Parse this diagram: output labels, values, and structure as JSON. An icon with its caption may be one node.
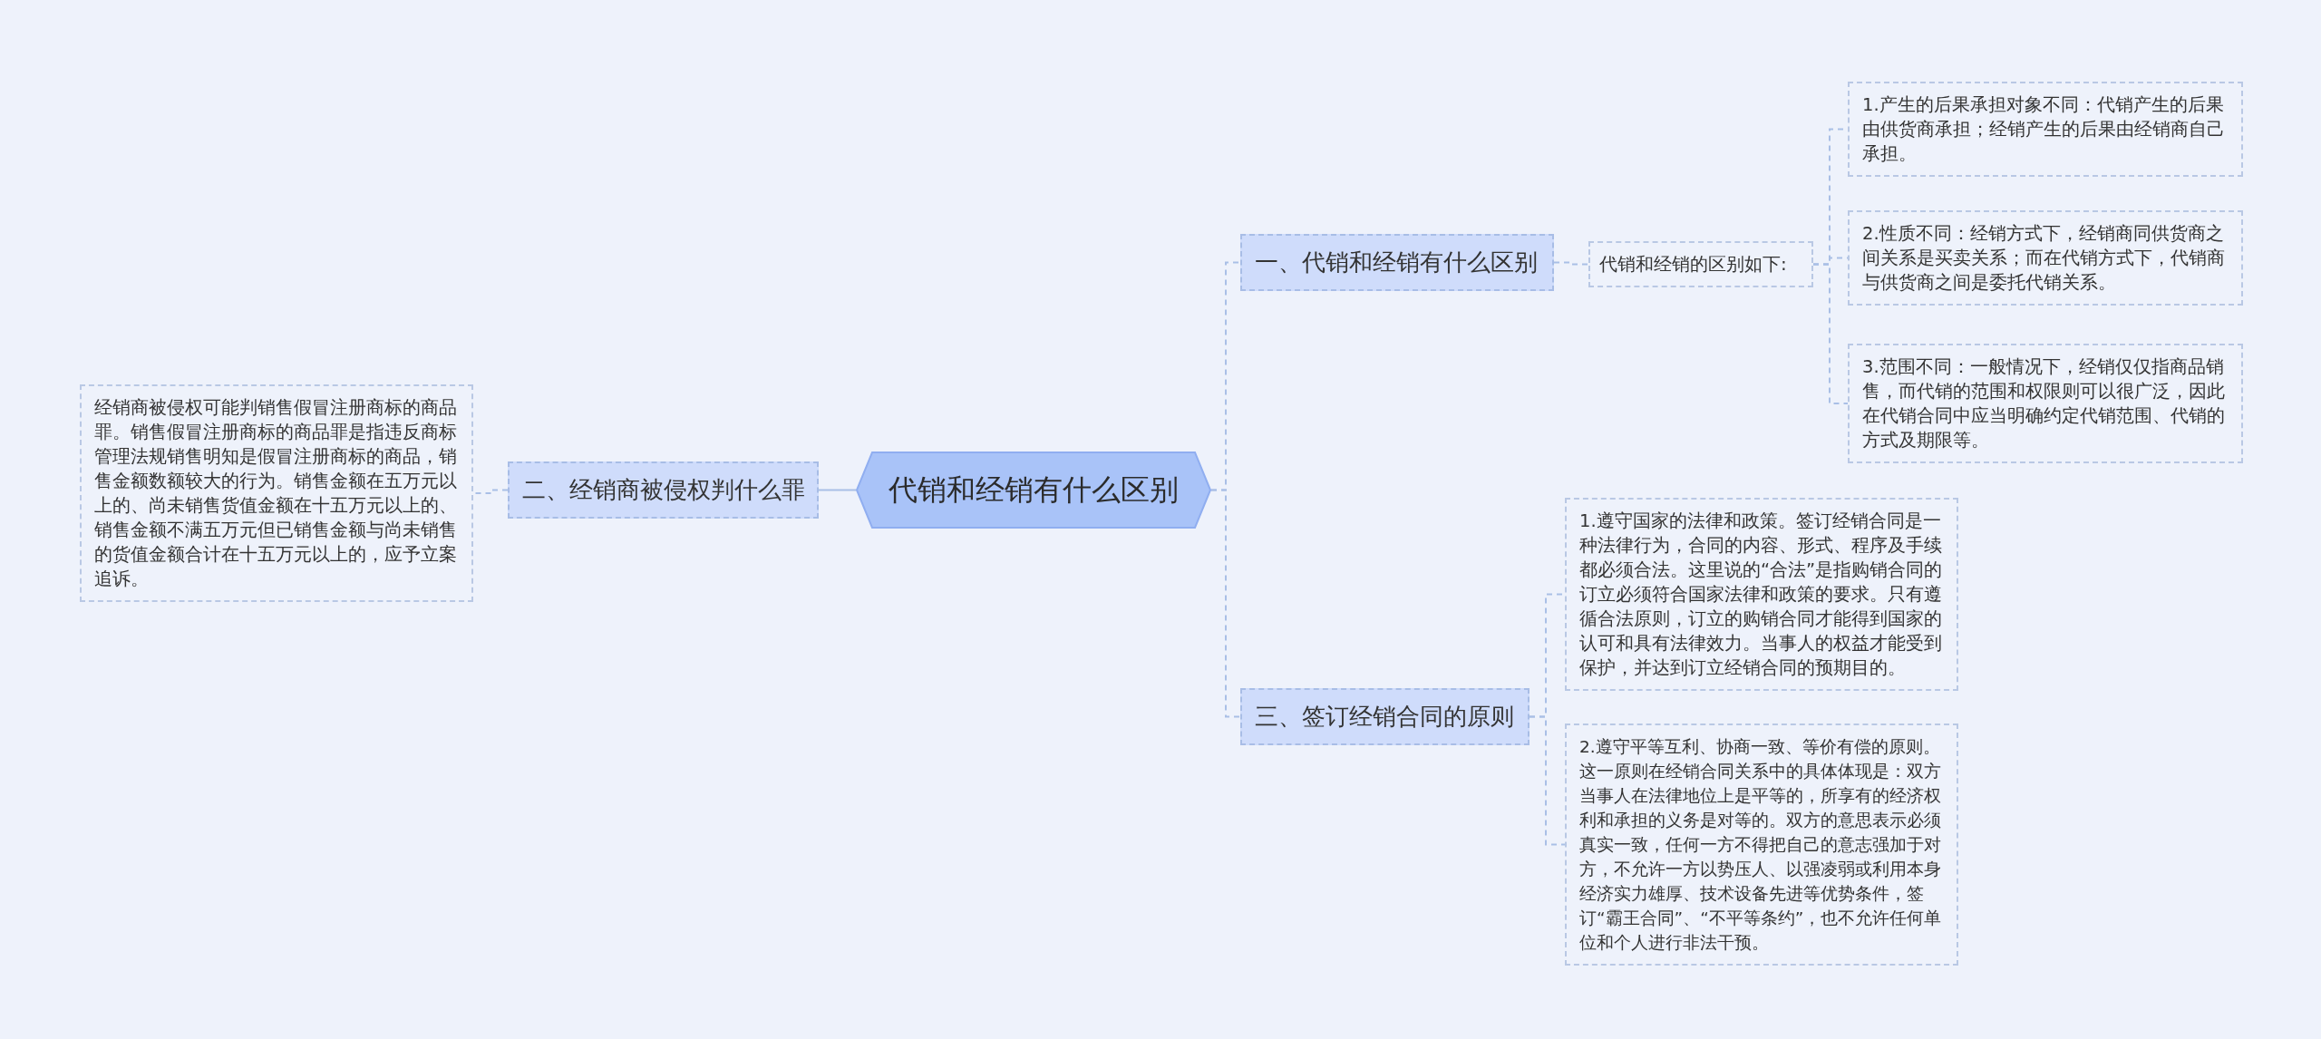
{
  "diagram": {
    "nodes": [
      {
        "text": [
          "代销和经销有什么区别"
        ]
      },
      {
        "text": [
          "一、代销和经销有什么区别"
        ]
      },
      {
        "text": [
          "代销和经销的区别如下:"
        ]
      },
      {
        "text": [
          "1.产生的后果承担对象不同：代销产生的后果由供货商承担；经销产生的后果由经销商自己承担。"
        ]
      },
      {
        "text": [
          "2.性质不同：经销方式下，经销商同供货商之间关系是买卖关系；而在代销方式下，代销商与供货商之间是委托代销关系。"
        ]
      },
      {
        "text": [
          "3.范围不同：一般情况下，经销仅仅指商品销售，而代销的范围和权限则可以很广泛，因此在代销合同中应当明确约定代销范围、代销的方式及期限等。"
        ]
      },
      {
        "text": [
          "二、经销商被侵权判什么罪"
        ]
      },
      {
        "text": [
          "经销商被侵权可能判销售假冒注册商标的商品罪。销售假冒注册商标的商品罪是指违反商标管理法规销售明知是假冒注册商标的商品，销售金额数额较大的行为。销售金额在五万元以上的、尚未销售货值金额在十五万元以上的、销售金额不满五万元但已销售金额与尚未销售的货值金额合计在十五万元以上的，应予立案追诉。"
        ]
      },
      {
        "text": [
          "三、签订经销合同的原则"
        ]
      },
      {
        "text": [
          "1.遵守国家的法律和政策。签订经销合同是一种法律行为，合同的内容、形式、程序及手续都必须合法。这里说的“合法”是指购销合同的订立必须符合国家法律和政策的要求。只有遵循合法原则，订立的购销合同才能得到国家的认可和具有法律效力。当事人的权益才能受到保护，并达到订立经销合同的预期目的。"
        ]
      },
      {
        "text": [
          "2.遵守平等互利、协商一致、等价有偿的原则。这一原则在经销合同关系中的具体体现是：双方当事人在法律地位上是平等的，所享有的经济权利和承担的义务是对等的。双方的意思表示必须真实一致，任何一方不得把自己的意志强加于对方，不允许一方以势压人、以强凌弱或利用本身经济实力雄厚、技术设备先进等优势条件，签订“霸王合同”、“不平等条约”，也不允许任何单位和个人进行非法干预。"
        ]
      }
    ],
    "edges": [
      {
        "from": 0,
        "to": 1,
        "arrow": "none",
        "style": "dashed"
      },
      {
        "from": 1,
        "to": 2,
        "arrow": "none",
        "style": "dashed"
      },
      {
        "from": 2,
        "to": 3,
        "arrow": "none",
        "style": "dashed"
      },
      {
        "from": 2,
        "to": 4,
        "arrow": "none",
        "style": "dashed"
      },
      {
        "from": 2,
        "to": 5,
        "arrow": "none",
        "style": "dashed"
      },
      {
        "from": 0,
        "to": 6,
        "arrow": "none"
      },
      {
        "from": 6,
        "to": 7,
        "arrow": "none",
        "style": "dashed"
      },
      {
        "from": 0,
        "to": 8,
        "arrow": "none",
        "style": "dashed"
      },
      {
        "from": 8,
        "to": 9,
        "arrow": "none",
        "style": "dashed"
      },
      {
        "from": 8,
        "to": 10,
        "arrow": "none",
        "style": "dashed"
      }
    ]
  }
}
